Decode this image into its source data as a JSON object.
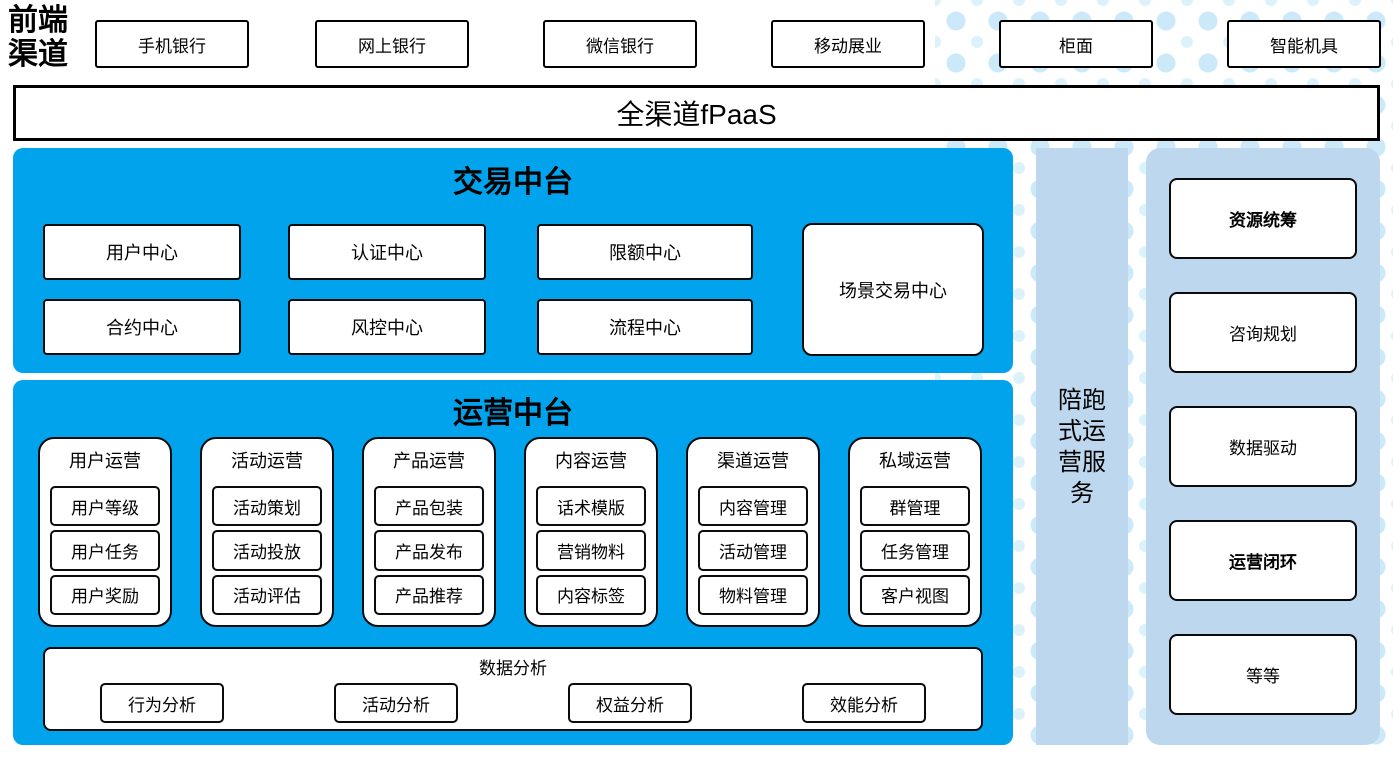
{
  "front_channels": {
    "label": "前端渠道",
    "items": [
      {
        "label": "手机银行"
      },
      {
        "label": "网上银行"
      },
      {
        "label": "微信银行"
      },
      {
        "label": "移动展业"
      },
      {
        "label": "柜面"
      },
      {
        "label": "智能机具"
      }
    ]
  },
  "fpaas_bar": {
    "label": "全渠道fPaaS"
  },
  "transaction_platform": {
    "title": "交易中台",
    "row1": [
      "用户中心",
      "认证中心",
      "限额中心"
    ],
    "row2": [
      "合约中心",
      "风控中心",
      "流程中心"
    ],
    "tall_box": "场景交易中心"
  },
  "operations_platform": {
    "title": "运营中台",
    "columns": [
      {
        "header": "用户运营",
        "items": [
          "用户等级",
          "用户任务",
          "用户奖励"
        ]
      },
      {
        "header": "活动运营",
        "items": [
          "活动策划",
          "活动投放",
          "活动评估"
        ]
      },
      {
        "header": "产品运营",
        "items": [
          "产品包装",
          "产品发布",
          "产品推荐"
        ]
      },
      {
        "header": "内容运营",
        "items": [
          "话术模版",
          "营销物料",
          "内容标签"
        ]
      },
      {
        "header": "渠道运营",
        "items": [
          "内容管理",
          "活动管理",
          "物料管理"
        ]
      },
      {
        "header": "私域运营",
        "items": [
          "群管理",
          "任务管理",
          "客户视图"
        ]
      }
    ],
    "data_analysis": {
      "title": "数据分析",
      "items": [
        "行为分析",
        "活动分析",
        "权益分析",
        "效能分析"
      ]
    }
  },
  "side_service_bar": {
    "label": "陪跑式运营服务"
  },
  "right_panel": {
    "items": [
      {
        "label": "资源统筹"
      },
      {
        "label": "咨询规划"
      },
      {
        "label": "数据驱动"
      },
      {
        "label": "运营闭环"
      },
      {
        "label": "等等"
      }
    ]
  },
  "colors": {
    "bright_blue": "#00A3EC",
    "light_blue": "#BDD7EE",
    "dot_blue": "#CBE9F8",
    "dot_blue_light": "#DCF2FB"
  }
}
